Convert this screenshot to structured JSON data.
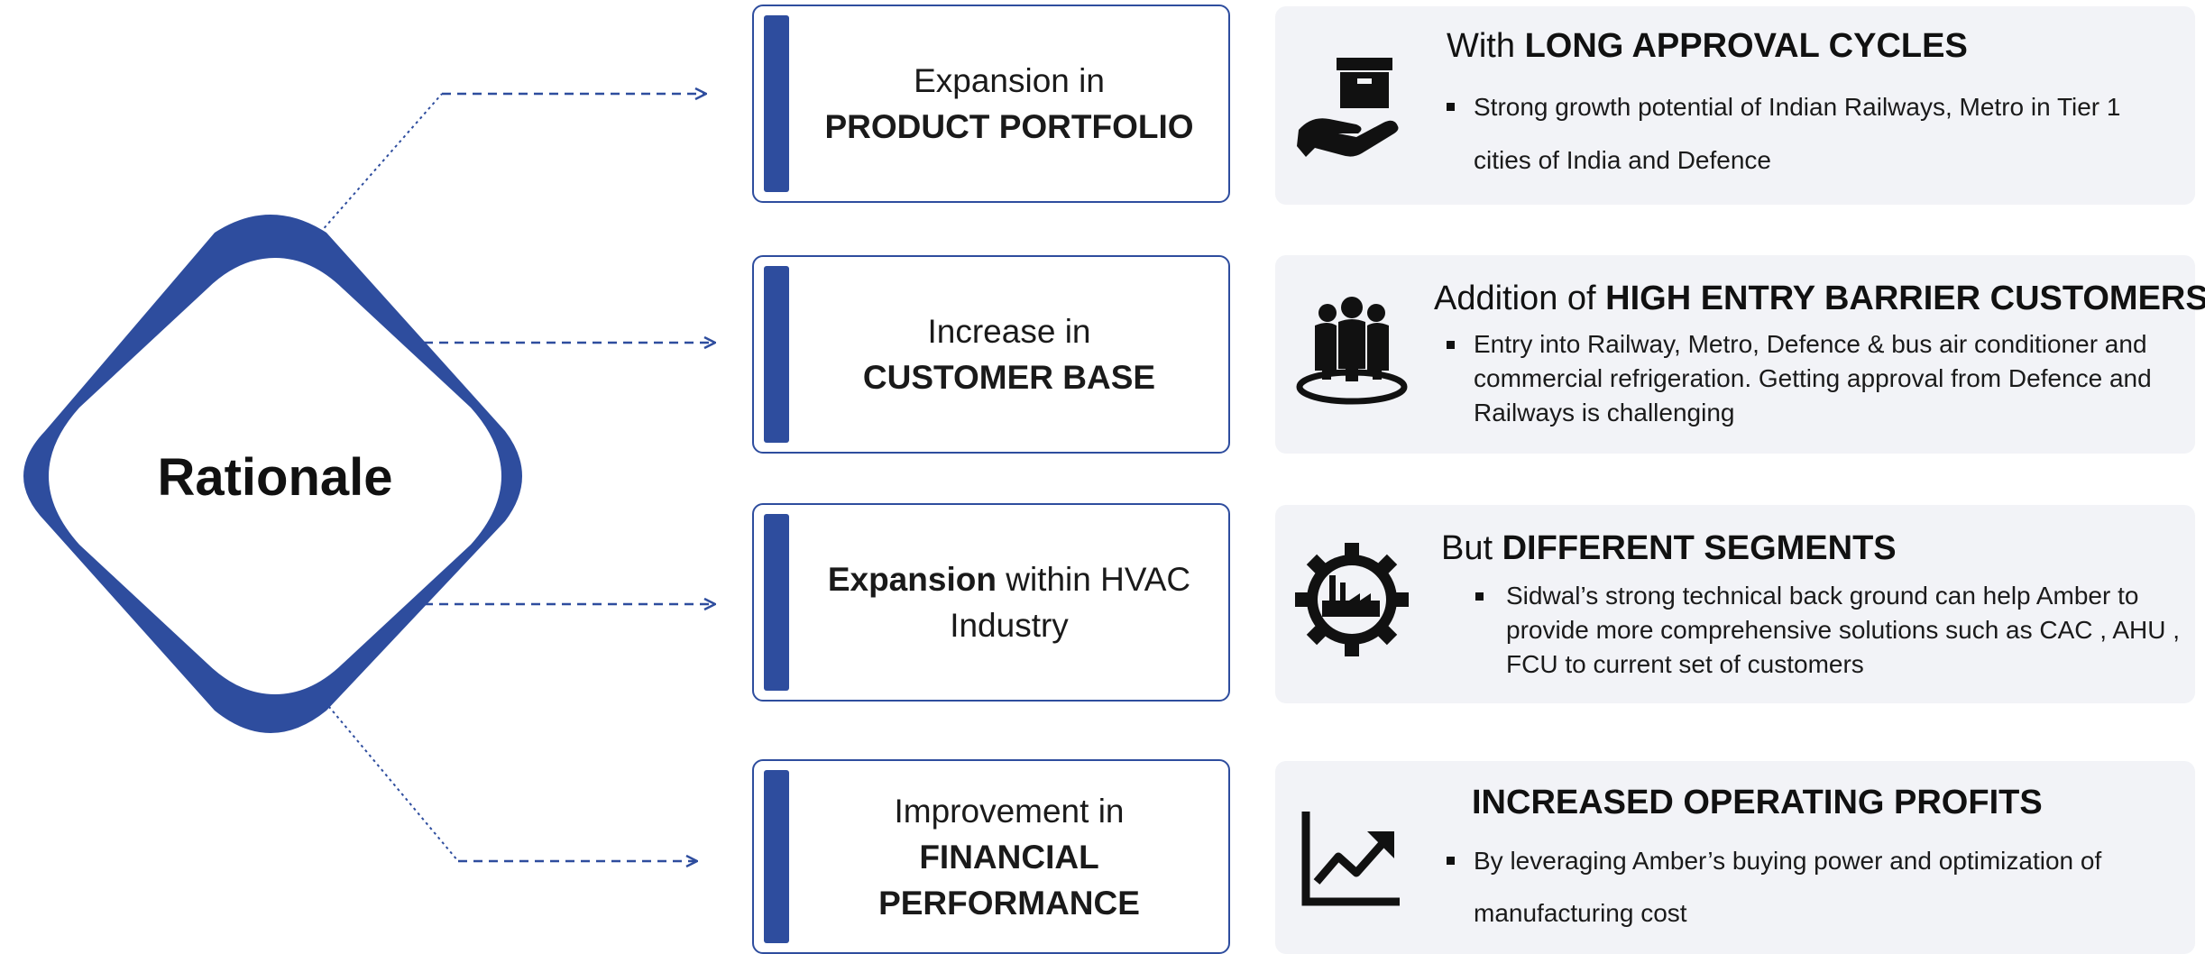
{
  "center": {
    "label": "Rationale"
  },
  "colors": {
    "accent": "#2e4d9e",
    "panel_bg": "#f2f3f7"
  },
  "rows": [
    {
      "box_lines": [
        {
          "text": "Expansion in",
          "bold": false
        },
        {
          "text": "PRODUCT PORTFOLIO",
          "bold": true
        }
      ],
      "icon": "hand-holding-box-icon",
      "title_prefix": "With ",
      "title_bold": "LONG APPROVAL CYCLES",
      "bullet": "Strong growth potential of Indian Railways, Metro in Tier 1 cities of India and Defence"
    },
    {
      "box_lines": [
        {
          "text": "Increase in",
          "bold": false
        },
        {
          "text": "CUSTOMER BASE",
          "bold": true
        }
      ],
      "icon": "customer-group-icon",
      "title_prefix": "Addition of ",
      "title_bold": "HIGH ENTRY BARRIER CUSTOMERS",
      "bullet": "Entry into Railway, Metro, Defence & bus air conditioner and commercial refrigeration. Getting approval from Defence and Railways is challenging"
    },
    {
      "box_lines": [
        {
          "text_bold": "Expansion",
          "text": " within HVAC"
        },
        {
          "text": "Industry",
          "bold": false
        }
      ],
      "icon": "industry-gear-icon",
      "title_prefix": "But ",
      "title_bold": "DIFFERENT SEGMENTS",
      "bullet": "Sidwal’s strong technical back ground can help Amber to provide more comprehensive solutions such as CAC , AHU , FCU to current set of customers"
    },
    {
      "box_lines": [
        {
          "text": "Improvement in",
          "bold": false
        },
        {
          "text": "FINANCIAL",
          "bold": true
        },
        {
          "text": "PERFORMANCE",
          "bold": true
        }
      ],
      "icon": "growth-chart-icon",
      "title_prefix": "",
      "title_bold": "INCREASED OPERATING PROFITS",
      "bullet": "By leveraging Amber’s buying power and optimization of manufacturing cost"
    }
  ]
}
